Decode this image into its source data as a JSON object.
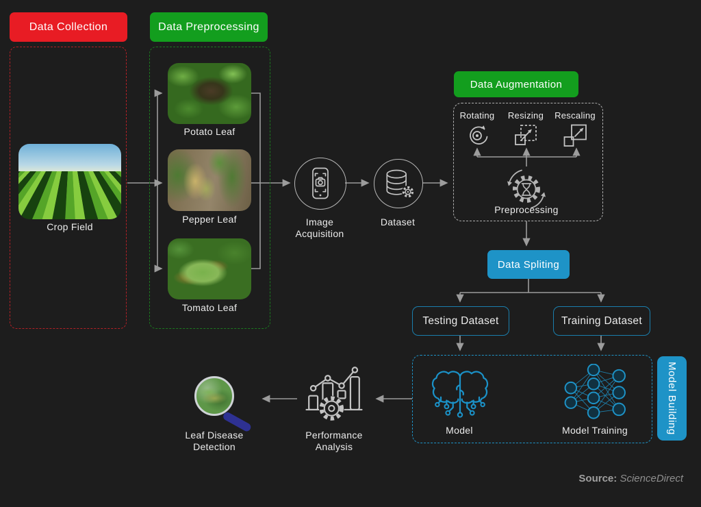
{
  "colors": {
    "background": "#1d1d1d",
    "red_accent": "#e81c24",
    "green_accent": "#139e1e",
    "blue_accent": "#1e93c7",
    "teal_outline": "#1a7fae",
    "arrow_gray": "#9c9c9c",
    "text": "#ececec"
  },
  "stages": {
    "data_collection": {
      "label": "Data Collection"
    },
    "data_preprocessing": {
      "label": "Data Preprocessing"
    },
    "data_augmentation": {
      "label": "Data Augmentation"
    },
    "data_spliting": {
      "label": "Data Spliting"
    },
    "model_building": {
      "label": "Model Building"
    }
  },
  "nodes": {
    "crop_field": {
      "label": "Crop Field"
    },
    "potato_leaf": {
      "label": "Potato Leaf"
    },
    "pepper_leaf": {
      "label": "Pepper Leaf"
    },
    "tomato_leaf": {
      "label": "Tomato Leaf"
    },
    "image_acquisition": {
      "line1": "Image",
      "line2": "Acquisition"
    },
    "dataset": {
      "label": "Dataset"
    },
    "rotating": {
      "label": "Rotating"
    },
    "resizing": {
      "label": "Resizing"
    },
    "rescaling": {
      "label": "Rescaling"
    },
    "preprocessing": {
      "label": "Preprocessing"
    },
    "testing_dataset": {
      "label": "Testing Dataset"
    },
    "training_dataset": {
      "label": "Training Dataset"
    },
    "model": {
      "label": "Model"
    },
    "model_training": {
      "label": "Model Training"
    },
    "performance_analysis": {
      "line1": "Performance",
      "line2": "Analysis"
    },
    "leaf_disease_detection": {
      "line1": "Leaf Disease",
      "line2": "Detection"
    }
  },
  "footer": {
    "source_label": "Source:",
    "source_value": "ScienceDirect"
  }
}
